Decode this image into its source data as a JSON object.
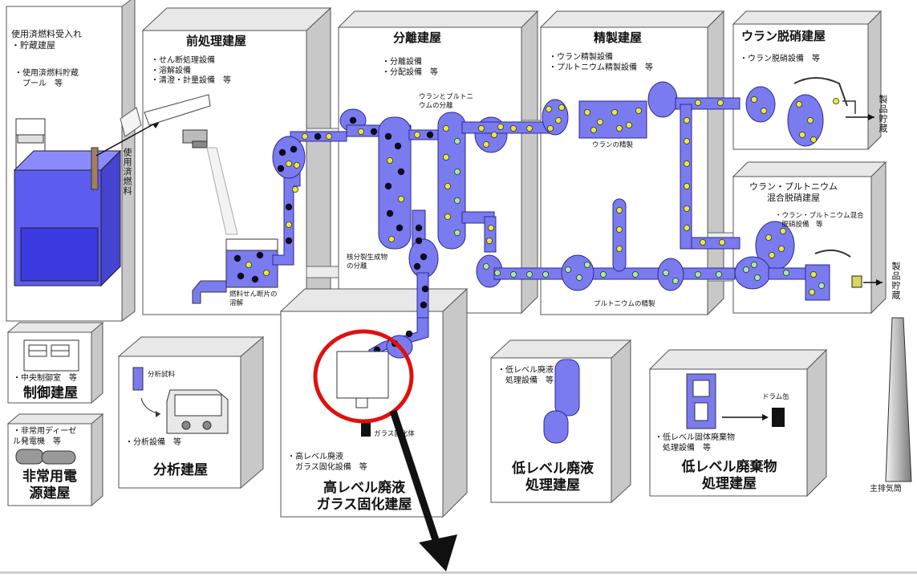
{
  "buildings": {
    "receiving": {
      "title": "使用済燃料受入れ\n・貯蔵建屋",
      "equipment": "・使用済燃料貯蔵\n　プール　等"
    },
    "head_end": {
      "title": "前処理建屋",
      "equipment": "・せん断処理設備\n・溶解設備\n・清澄・計量設備　等",
      "note": "燃料せん断片の\n溶解"
    },
    "separation": {
      "title": "分離建屋",
      "equipment": "・分離設備\n・分配設備　等",
      "note_top": "ウランとプルトニ\nウムの分離",
      "note_bottom": "核分裂生成物\nの分離"
    },
    "purification": {
      "title": "精製建屋",
      "equipment": "・ウラン精製設備\n・プルトニウム精製設備　等",
      "note_u": "ウランの精製",
      "note_pu": "プルトニウムの精製"
    },
    "u_denitration": {
      "title": "ウラン脱硝建屋",
      "equipment": "・ウラン脱硝設備　等"
    },
    "mox_denitration": {
      "title": "ウラン・プルトニウム\n混合脱硝建屋",
      "equipment": "・ウラン・プルトニウム混合\n　脱硝設備　等"
    },
    "control": {
      "title": "制御建屋",
      "equipment": "・中央制御室　等"
    },
    "emergency_power": {
      "title": "非常用電\n源建屋",
      "equipment": "・非常用ディーゼ\nル発電機　等"
    },
    "analysis": {
      "title": "分析建屋",
      "equipment": "・分析設備　等",
      "sample": "分析試料"
    },
    "vitrification": {
      "title": "高レベル廃液\nガラス固化建屋",
      "equipment": "・高レベル廃液\n　ガラス固化設備　等",
      "product": "ガラス固化体"
    },
    "low_liquid": {
      "title": "低レベル廃液\n処理建屋",
      "equipment": "・低レベル廃液\n　処理設備　等"
    },
    "low_solid": {
      "title": "低レベル廃棄物\n処理建屋",
      "equipment": "・低レベル固体廃棄物\n　処理設備　等",
      "drum": "ドラム缶"
    }
  },
  "labels": {
    "spent_fuel": "使用済燃料",
    "product_storage_1": "製品貯蔵",
    "product_storage_2": "製品貯蔵",
    "stack": "主排気筒"
  },
  "colors": {
    "fluid": "#7b7bf0",
    "fluid_dark": "#2323c9",
    "building_side": "#c8c8c8",
    "building_line": "#555555",
    "highlight": "#e01010",
    "pellet_yellow": "#e8e840",
    "pellet_green": "#a8e8a8"
  }
}
